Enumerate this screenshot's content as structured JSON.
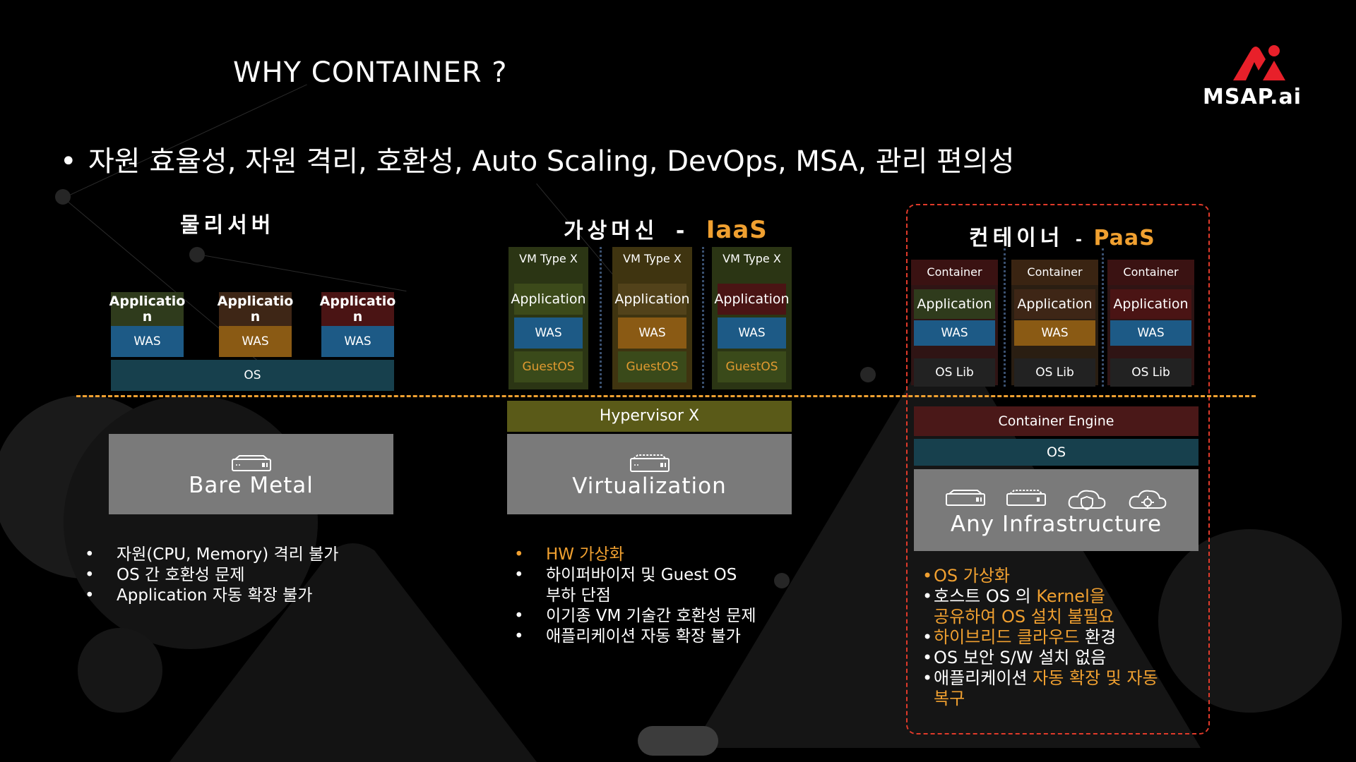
{
  "title": "WHY CONTAINER ?",
  "subtitle": "자원 효율성, 자원 격리, 호환성, Auto Scaling, DevOps, MSA, 관리 편의성",
  "logo": {
    "text": "MSAP.ai",
    "color": "#e8202a"
  },
  "colors": {
    "accent_orange": "#f0a030",
    "accent_red": "#e03a2a"
  },
  "physical": {
    "header": "물리서버",
    "apps": [
      "Applicatio\nn",
      "Applicatio\nn",
      "Applicatio\nn"
    ],
    "was": [
      "WAS",
      "WAS",
      "WAS"
    ],
    "os": "OS",
    "infra": "Bare Metal",
    "notes": [
      "자원(CPU, Memory) 격리 불가",
      "OS 간 호환성 문제",
      "Application 자동 확장 불가"
    ]
  },
  "vm": {
    "header": "가상머신",
    "sep": "-",
    "header_hl": "IaaS",
    "vm_labels": [
      "VM Type X",
      "VM Type X",
      "VM Type X"
    ],
    "apps": [
      "Application",
      "Application",
      "Application"
    ],
    "was": [
      "WAS",
      "WAS",
      "WAS"
    ],
    "guest": [
      "GuestOS",
      "GuestOS",
      "GuestOS"
    ],
    "hypervisor": "Hypervisor X",
    "infra": "Virtualization",
    "notes": [
      "HW 가상화",
      "하이퍼바이저 및 Guest OS",
      "부하 단점",
      "이기종 VM 기술간 호환성 문제",
      "애플리케이션 자동 확장 불가"
    ]
  },
  "container": {
    "header": "컨테이너",
    "sep": "-",
    "header_hl": "PaaS",
    "ct_labels": [
      "Container",
      "Container",
      "Container"
    ],
    "apps": [
      "Application",
      "Application",
      "Application"
    ],
    "was": [
      "WAS",
      "WAS",
      "WAS"
    ],
    "oslib": [
      "OS Lib",
      "OS Lib",
      "OS Lib"
    ],
    "engine": "Container Engine",
    "os": "OS",
    "infra": "Any Infrastructure",
    "notes": {
      "n1": "OS 가상화",
      "n2a": "호스트 OS 의 ",
      "n2b": "Kernel을",
      "n2c": "공유하여 OS 설치 불필요",
      "n3a": "하이브리드 클라우드",
      "n3b": " 환경",
      "n4": "OS 보안 S/W 설치 없음",
      "n5a": "애플리케이션 ",
      "n5b": " 자동 확장 및 자동",
      "n5c": "복구"
    }
  }
}
